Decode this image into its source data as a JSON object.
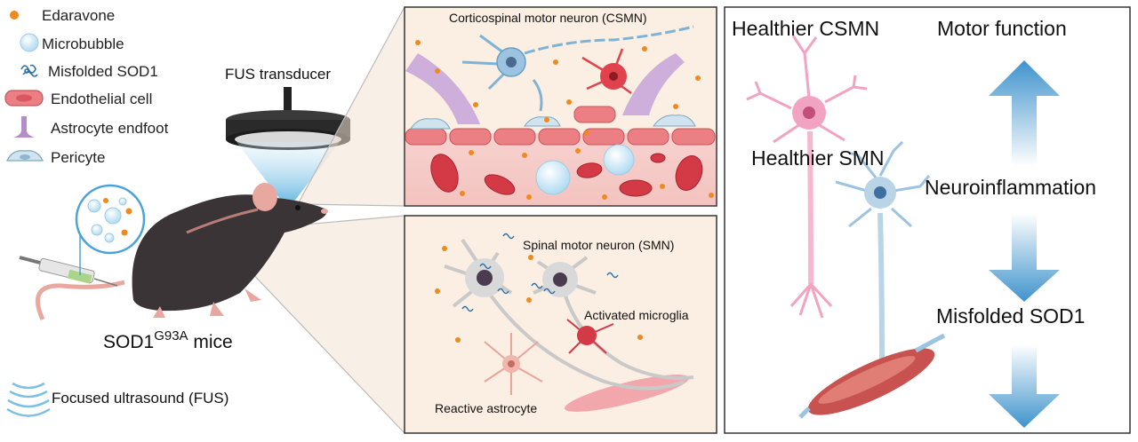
{
  "legend": {
    "items": [
      {
        "icon": "edaravone-dot-icon",
        "label": "Edaravone"
      },
      {
        "icon": "microbubble-icon",
        "label": "Microbubble"
      },
      {
        "icon": "misfolded-sod1-icon",
        "label": "Misfolded SOD1"
      },
      {
        "icon": "endothelial-cell-icon",
        "label": "Endothelial cell"
      },
      {
        "icon": "astrocyte-endfoot-icon",
        "label": "Astrocyte endfoot"
      },
      {
        "icon": "pericyte-icon",
        "label": "Pericyte"
      }
    ]
  },
  "left": {
    "transducer_label": "FUS transducer",
    "mice_label_base": "SOD1",
    "mice_label_sup": "G93A",
    "mice_label_suffix": " mice",
    "fus_legend_label": "Focused ultrasound (FUS)"
  },
  "top_panel": {
    "title": "Corticospinal motor neuron (CSMN)"
  },
  "bottom_panel": {
    "smn_label": "Spinal motor neuron (SMN)",
    "microglia_label": "Activated microglia",
    "astrocyte_label": "Reactive astrocyte"
  },
  "right_panel": {
    "csmn_label": "Healthier CSMN",
    "smn_label": "Healthier SMN",
    "motor_label": "Motor function",
    "neuro_label": "Neuroinflammation",
    "sod1_label": "Misfolded SOD1"
  },
  "colors": {
    "edaravone": "#f08a1c",
    "microbubble": "#bfe3f5",
    "endothelial": "#ec7f84",
    "astrocyte_endfoot": "#b48cc8",
    "pericyte": "#cfe4ef",
    "arrow_blue": "#3f93cc",
    "panel_border": "#333333",
    "panel_bg": "#fbeee2"
  }
}
